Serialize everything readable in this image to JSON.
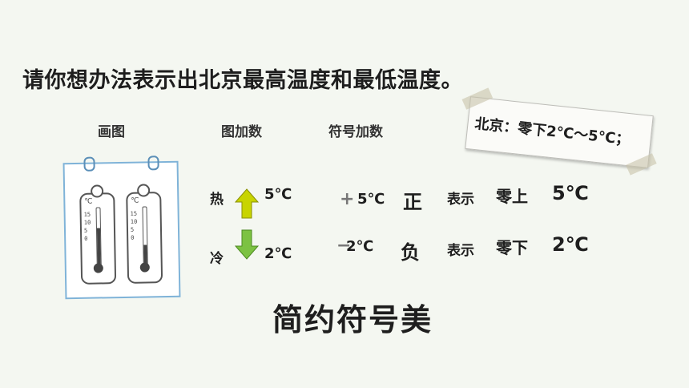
{
  "question": "请你想办法表示出北京最高温度和最低温度。",
  "columns": {
    "drawing": "画图",
    "picture_number": "图加数",
    "symbol_number": "符号加数"
  },
  "note": {
    "text": "北京：零下2℃～5℃；"
  },
  "thermometers": {
    "unit": "℃",
    "scale": [
      "15",
      "10",
      "5",
      "0"
    ],
    "left_level": 0.65,
    "right_level": 0.35
  },
  "hot": {
    "word": "热",
    "value": "5℃",
    "arrow_color": "#c8d400"
  },
  "cold": {
    "word": "冷",
    "value": "2℃",
    "arrow_color": "#7cc242"
  },
  "positive": {
    "sign": "+",
    "value": "5℃",
    "name": "正",
    "means": "表示",
    "result_word": "零上",
    "result_value": "5℃"
  },
  "negative": {
    "sign": "−",
    "value": "2℃",
    "name": "负",
    "means": "表示",
    "result_word": "零下",
    "result_value": "2℃"
  },
  "summary": "简约符号美"
}
